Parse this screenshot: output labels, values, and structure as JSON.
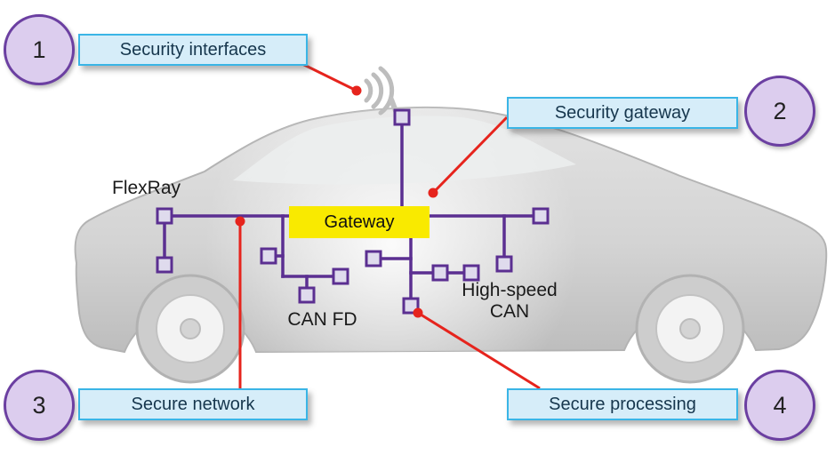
{
  "diagram": {
    "callouts": [
      {
        "number": "1",
        "label": "Security interfaces"
      },
      {
        "number": "2",
        "label": "Security gateway"
      },
      {
        "number": "3",
        "label": "Secure network"
      },
      {
        "number": "4",
        "label": "Secure processing"
      }
    ],
    "car": {
      "flexray_label": "FlexRay",
      "gateway_label": "Gateway",
      "can_fd_label": "CAN FD",
      "high_speed_can_line1": "High-speed",
      "high_speed_can_line2": "CAN"
    },
    "icons": {
      "wireless": "wifi-signal-icon"
    },
    "colors": {
      "callout_box_fill": "#d6edf9",
      "callout_box_border": "#3ab5e6",
      "callout_circle_fill": "#dccdee",
      "callout_circle_border": "#6b3fa1",
      "pointer_red": "#e6241d",
      "network_purple": "#5b2f91",
      "node_fill": "#dfdbed",
      "gateway_yellow": "#f9ea00",
      "car_body_gray": "#d6d6d6"
    }
  }
}
